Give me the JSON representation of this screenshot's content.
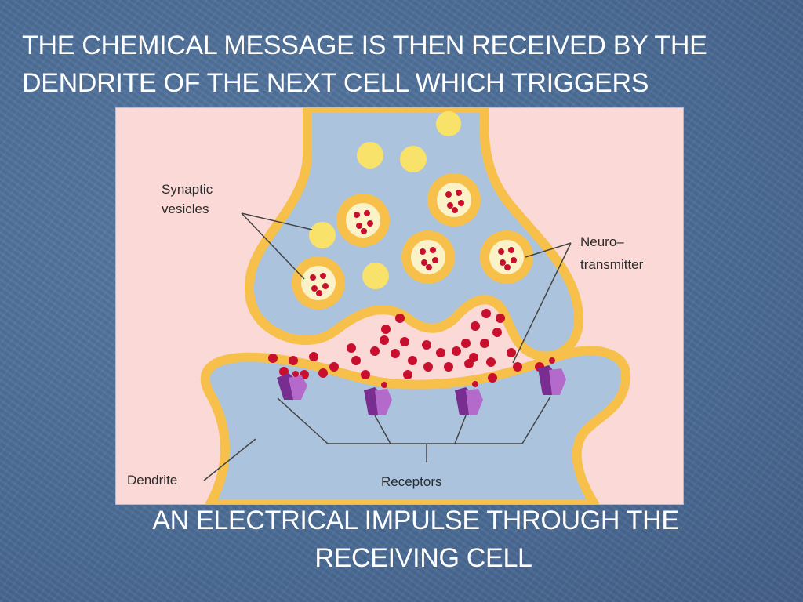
{
  "slide": {
    "title_line1": "THE CHEMICAL MESSAGE IS THEN RECEIVED BY THE",
    "title_line2": "DENDRITE OF THE NEXT CELL WHICH TRIGGERS",
    "caption_line1": "AN ELECTRICAL IMPULSE THROUGH  THE",
    "caption_line2": "RECEIVING CELL"
  },
  "diagram": {
    "labels": {
      "synaptic_line1": "Synaptic",
      "synaptic_line2": "vesicles",
      "neuro_line1": "Neuro–",
      "neuro_line2": "transmitter",
      "dendrite": "Dendrite",
      "receptors": "Receptors"
    },
    "colors": {
      "background": "#4d6f99",
      "cleft": "#fbd9d6",
      "cell_body": "#abc3dc",
      "membrane": "#f7c04a",
      "vesicle": "#f9e26a",
      "neurotransmitter": "#c8102e",
      "receptor": "#7a2d91"
    }
  }
}
